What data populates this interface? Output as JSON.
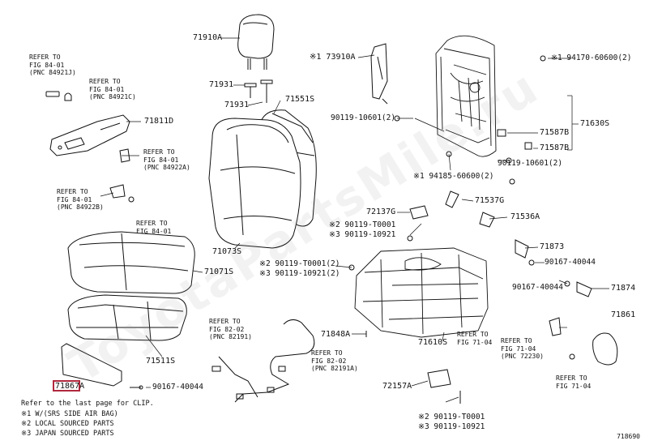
{
  "part_labels": {
    "headrest": "71910A",
    "guide_a": "71931",
    "guide_b": "71931",
    "pad_back": "71551S",
    "sab": "※1 73910A",
    "bolt_top": "※1 94170-60600(2)",
    "frame_back": "71630S",
    "clip_a": "71587B",
    "clip_b": "71587B",
    "bolt_b1": "90119-10601(2)",
    "bolt_b2": "90119-10601(2)",
    "nut_lower": "※1 94185-60600(2)",
    "shield": "71811D",
    "cover_back": "71073S",
    "cushion_pad": "71071S",
    "cover_cushion": "71511S",
    "lower_trim": "71867A",
    "screw_lower": "90167-40044",
    "knob": "72137G",
    "bolt_s1": "※2 90119-T0001",
    "bolt_s2": "※3 90119-10921",
    "bolt_c1": "※2 90119-T0001(2)",
    "bolt_c2": "※3 90119-10921(2)",
    "lever": "71537G",
    "bracket": "71536A",
    "frame_s": "71873",
    "screw_r1": "90167-40044",
    "screw_r2": "90167-40044",
    "hook": "71874",
    "lever_cover": "71861",
    "track_bolt": "71848A",
    "adjuster": "71610S",
    "cover_b": "72157A",
    "bolt_f1": "※2 90119-T0001",
    "bolt_f2": "※3 90119-10921"
  },
  "refs": [
    {
      "key": "r1",
      "lines": [
        "REFER TO",
        "FIG 84-01",
        "(PNC 84921J)"
      ]
    },
    {
      "key": "r2",
      "lines": [
        "REFER TO",
        "FIG 84-01",
        "(PNC 84921C)"
      ]
    },
    {
      "key": "r3",
      "lines": [
        "REFER TO",
        "FIG 84-01",
        "(PNC 84922A)"
      ]
    },
    {
      "key": "r4",
      "lines": [
        "REFER TO",
        "FIG 84-01",
        "(PNC 84922B)"
      ]
    },
    {
      "key": "r5",
      "lines": [
        "REFER TO",
        "FIG 84-01"
      ]
    },
    {
      "key": "r6",
      "lines": [
        "REFER TO",
        "FIG 82-02",
        "(PNC 82191)"
      ]
    },
    {
      "key": "r7",
      "lines": [
        "REFER TO",
        "FIG 82-02",
        "(PNC 82191A)"
      ]
    },
    {
      "key": "r8",
      "lines": [
        "REFER TO",
        "FIG 71-04"
      ]
    },
    {
      "key": "r9",
      "lines": [
        "REFER TO",
        "FIG 71-04",
        "(PNC 72230)"
      ]
    },
    {
      "key": "r10",
      "lines": [
        "REFER TO",
        "FIG 71-04"
      ]
    }
  ],
  "notes": [
    "Refer to the last page for CLIP.",
    "※1 W/(SRS SIDE AIR BAG)",
    "※2 LOCAL SOURCED PARTS",
    "※3 JAPAN SOURCED PARTS"
  ],
  "watermark": "ToyotaPartsMile.ru",
  "drawing_code": "718690"
}
